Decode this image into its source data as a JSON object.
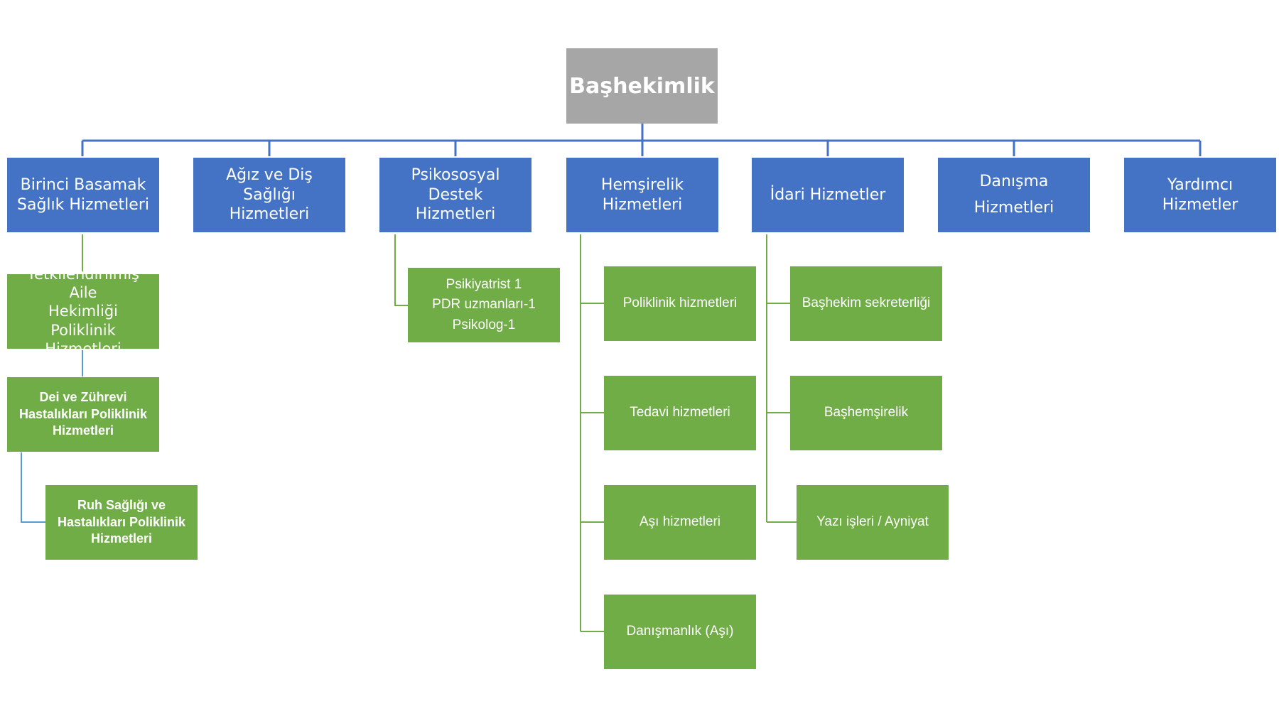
{
  "colors": {
    "root": "#a6a6a6",
    "department": "#4472c4",
    "unit": "#70ad47",
    "connector_blue": "#4472c4",
    "connector_green": "#70ad47"
  },
  "root": {
    "label": "Başhekimlik"
  },
  "departments": {
    "birinci_basamak": "Birinci Basamak\nSağlık Hizmetleri",
    "agiz_dis": "Ağız ve Diş Sağlığı\nHizmetleri",
    "psikososyal": "Psikososyal Destek\nHizmetleri",
    "hemsirelik": "Hemşirelik\nHizmetleri",
    "idari": "İdari Hizmetler",
    "danisma": "Danışma\nHizmetleri",
    "yardimci": "Yardımcı Hizmetler"
  },
  "units": {
    "aile_hekimligi": "Yetkilendirilmiş Aile\nHekimliği Poliklinik\nHizmetleri",
    "deri_zuhrevi": "Dei ve Zührevi\nHastalıkları Poliklinik\nHizmetleri",
    "ruh_sagligi": "Ruh Sağlığı ve\nHastalıkları Poliklinik\nHizmetleri",
    "psikososyal_staff": "Psikiyatrist 1\nPDR uzmanları-1\nPsikolog-1",
    "poliklinik": "Poliklinik hizmetleri",
    "tedavi": "Tedavi hizmetleri",
    "asi": "Aşı hizmetleri",
    "danismanlik_asi": "Danışmanlık (Aşı)",
    "bashekim_sekreterligi": "Başhekim sekreterliği",
    "bashemsirelik": "Başhemşirelik",
    "yazi_isleri": "Yazı işleri / Ayniyat"
  }
}
